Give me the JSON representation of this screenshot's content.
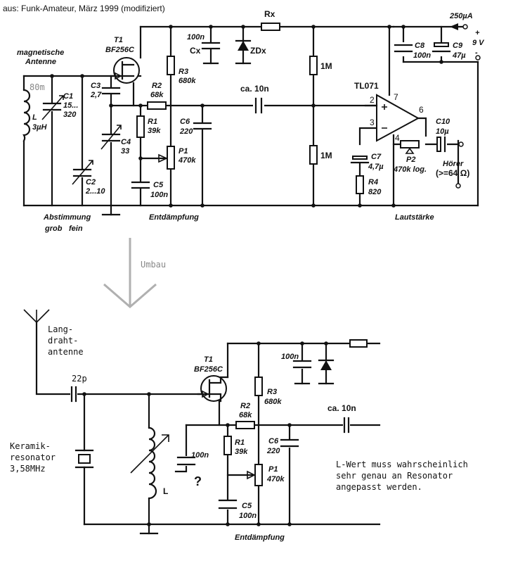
{
  "colors": {
    "ink": "#111111",
    "arrow": "#b0b0b0",
    "muted": "#888888"
  },
  "top": {
    "source": "aus: Funk-Amateur, März 1999 (modifiziert)",
    "antenna": [
      "magnetische",
      "Antenne"
    ],
    "band": "80m",
    "L": [
      "L",
      "3µH"
    ],
    "C1": [
      "C1",
      "15...",
      "320"
    ],
    "C2": [
      "C2",
      "2...10"
    ],
    "C3": [
      "C3",
      "2,7"
    ],
    "C4": [
      "C4",
      "33"
    ],
    "T1": [
      "T1",
      "BF256C"
    ],
    "R3": [
      "R3",
      "680k"
    ],
    "R2": [
      "R2",
      "68k"
    ],
    "R1": [
      "R1",
      "39k"
    ],
    "C6": [
      "C6",
      "220"
    ],
    "P1": [
      "P1",
      "470k"
    ],
    "C5": [
      "C5",
      "100n"
    ],
    "Cx": [
      "100n",
      "Cx"
    ],
    "ZDx": "ZDx",
    "Rx": "Rx",
    "coupling": "ca. 10n",
    "R1M_a": "1M",
    "R1M_b": "1M",
    "opamp": "TL071",
    "pins": [
      "7",
      "2",
      "6",
      "3",
      "4"
    ],
    "C8": [
      "C8",
      "100n"
    ],
    "C9": [
      "C9",
      "47µ"
    ],
    "current": "250µA",
    "supply": "9 V",
    "plus": "+",
    "minus": "-",
    "C10": [
      "C10",
      "10µ"
    ],
    "C7": [
      "C7",
      "4,7µ"
    ],
    "R4": [
      "R4",
      "820"
    ],
    "P2": [
      "P2",
      "470k log."
    ],
    "hoerer": [
      "Hörer",
      "(>=64 Ω)"
    ],
    "footer_left": [
      "Abstimmung",
      "grob",
      "fein"
    ],
    "footer_mid": "Entdämpfung",
    "footer_right": "Lautstärke"
  },
  "arrow_label": "Umbau",
  "bottom": {
    "antenna": [
      "Lang-",
      "draht-",
      "antenne"
    ],
    "cap_in": "22p",
    "resonator": [
      "Keramik-",
      "resonator",
      "3,58MHz"
    ],
    "C_tap": "100n",
    "question": "?",
    "L": "L",
    "T1": [
      "T1",
      "BF256C"
    ],
    "top_cap": "100n",
    "R3": [
      "R3",
      "680k"
    ],
    "R2": [
      "R2",
      "68k"
    ],
    "coupling": "ca. 10n",
    "R1": [
      "R1",
      "39k"
    ],
    "C6": [
      "C6",
      "220"
    ],
    "P1": [
      "P1",
      "470k"
    ],
    "C5": [
      "C5",
      "100n"
    ],
    "footer": "Entdämpfung",
    "note": [
      "L-Wert muss wahrscheinlich",
      "sehr genau an Resonator",
      "angepasst werden."
    ]
  }
}
